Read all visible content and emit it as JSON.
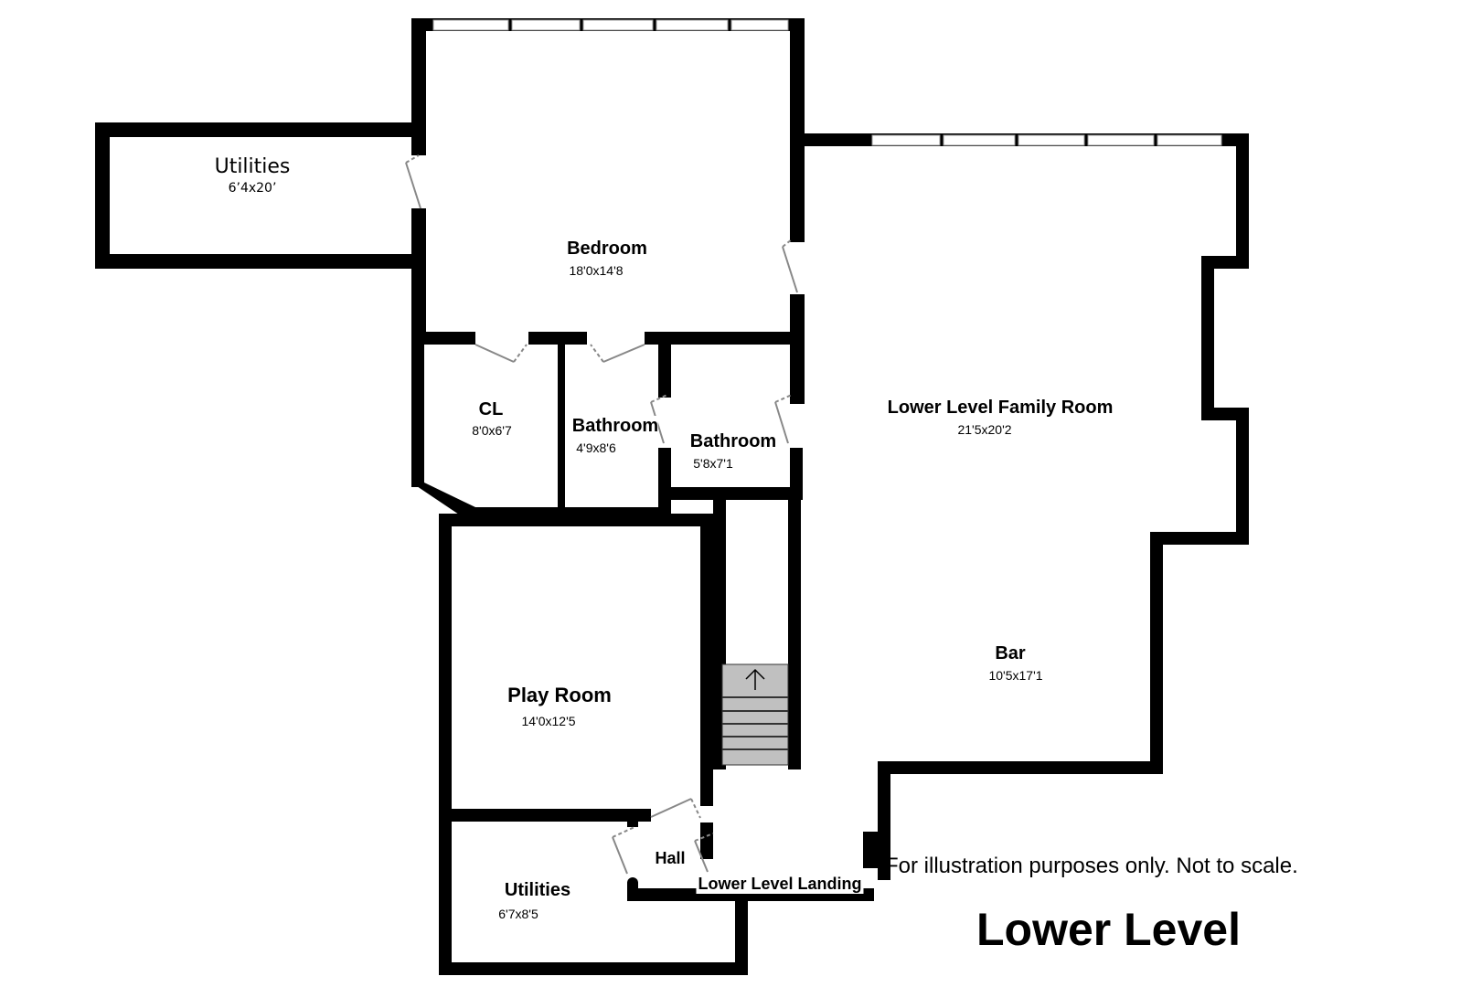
{
  "plan": {
    "level_title": "Lower Level",
    "disclaimer": "For illustration purposes only. Not to scale.",
    "colors": {
      "wall": "#000000",
      "window": "#ffffff",
      "door": "#888888",
      "stairs": "#c0c0c0",
      "background": "#ffffff"
    },
    "rooms": [
      {
        "name": "Utilities",
        "dims": "6’4x20’"
      },
      {
        "name": "Bedroom",
        "dims": "18'0x14'8"
      },
      {
        "name": "CL",
        "dims": "8'0x6'7"
      },
      {
        "name": "Bathroom",
        "dims": "4'9x8'6"
      },
      {
        "name": "Bathroom",
        "dims": "5'8x7'1"
      },
      {
        "name": "Lower Level Family Room",
        "dims": "21'5x20'2"
      },
      {
        "name": "Bar",
        "dims": "10'5x17'1"
      },
      {
        "name": "Play Room",
        "dims": "14'0x12'5"
      },
      {
        "name": "Utilities",
        "dims": "6'7x8'5"
      },
      {
        "name": "Hall"
      },
      {
        "name": "Lower Level Landing"
      }
    ],
    "stairs": {
      "direction": "up",
      "icon": "arrow-up-icon"
    }
  }
}
